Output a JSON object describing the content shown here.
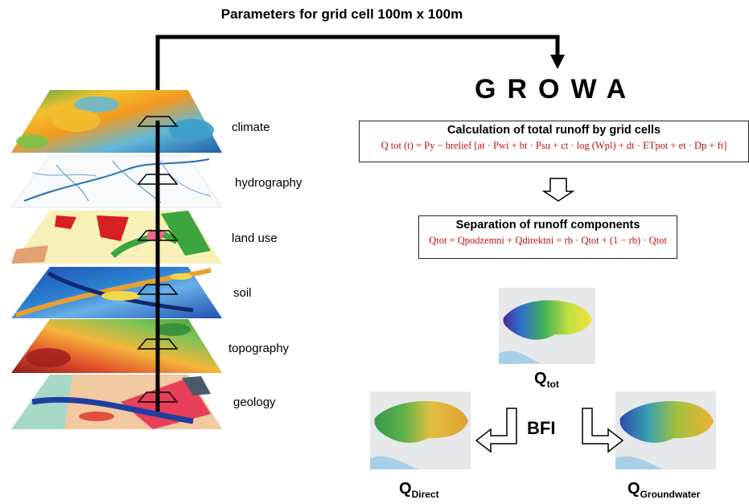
{
  "title": "Parameters for grid cell 100m x 100m",
  "model_name": "GROWA",
  "layers": [
    {
      "label": "climate"
    },
    {
      "label": "hydrography"
    },
    {
      "label": "land use"
    },
    {
      "label": "soil"
    },
    {
      "label": "topography"
    },
    {
      "label": "geology"
    }
  ],
  "total_runoff_box": {
    "title": "Calculation of total runoff by grid cells",
    "formula": "Q tot (t) = Py − hrelief [at · Pwi + bt · Psu + ct · log (Wpl) + dt · ETpot + et · Dp + ft]"
  },
  "separation_box": {
    "title": "Separation of runoff components",
    "formula": "Qtot = Qpodzemni + Qdirektni = rb · Qtot + (1 − rb) · Qtot"
  },
  "maps": {
    "total": {
      "main": "Q",
      "sub": "tot"
    },
    "direct": {
      "main": "Q",
      "sub": "Direct"
    },
    "groundwater": {
      "main": "Q",
      "sub": "Groundwater"
    }
  },
  "bfi_label": "BFI",
  "colors": {
    "formula_text": "#c01010",
    "arrow": "#000000"
  }
}
